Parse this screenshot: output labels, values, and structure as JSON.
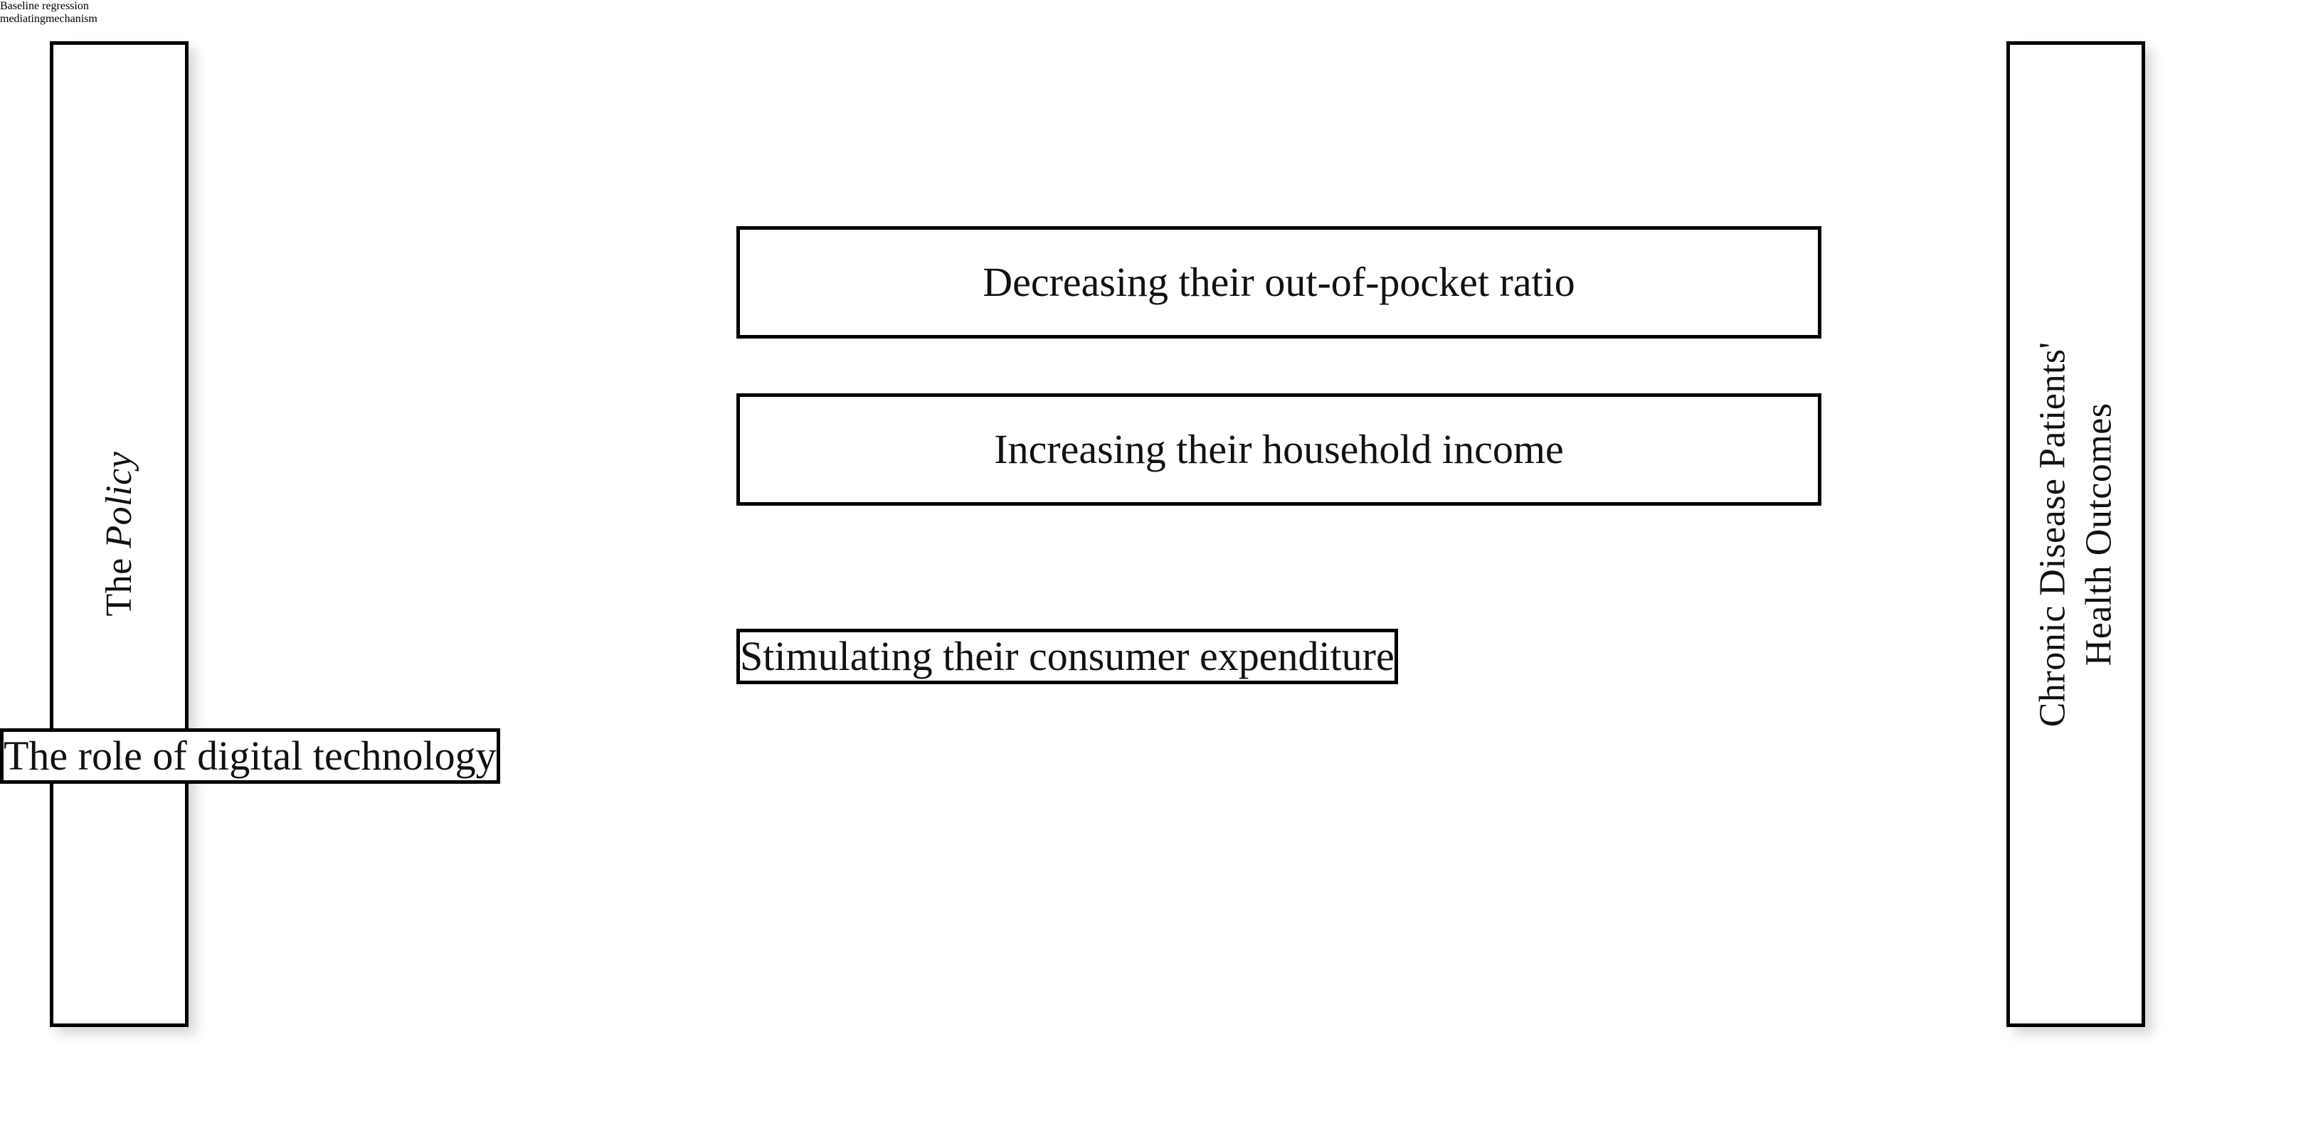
{
  "diagram": {
    "title": "Conceptual framework: policy effect on chronic disease patients' health outcomes",
    "accent_color": "#1F4E79",
    "line_color": "#000000",
    "background": "#FFFFFF"
  },
  "nodes": {
    "policy": {
      "text_prefix": "The ",
      "text_italic": "Policy",
      "orientation": "vertical-bottom-to-top"
    },
    "outcome": {
      "line1": "Chronic Disease Patients'",
      "line2": "Health Outcomes",
      "orientation": "vertical-bottom-to-top"
    },
    "mediators": [
      {
        "label": "Decreasing their out-of-pocket ratio"
      },
      {
        "label": "Increasing their household income"
      },
      {
        "label": "Stimulating their consumer expenditure"
      }
    ],
    "moderator": {
      "label": "The role of digital technology"
    }
  },
  "edges": {
    "baseline_label": "Baseline regression",
    "mediating_label_line1": "mediating",
    "mediating_label_line2": "mechanism"
  }
}
